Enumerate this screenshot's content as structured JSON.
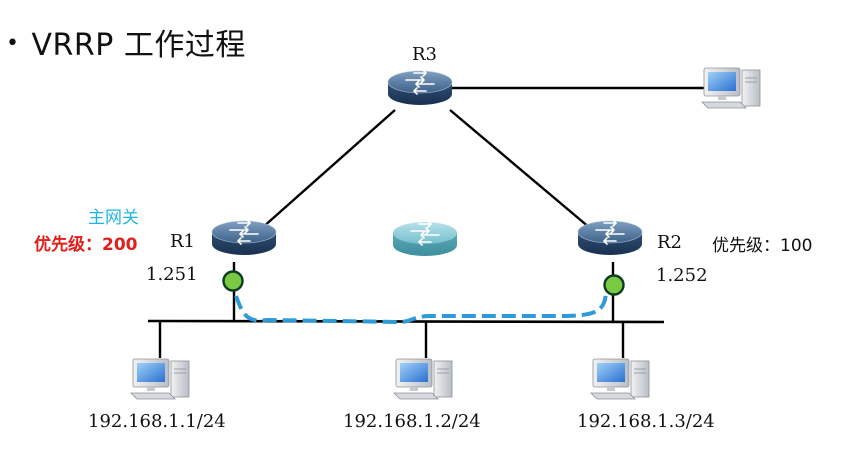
{
  "title": "VRRP 工作过程",
  "routers": {
    "r1": {
      "name": "R1",
      "ip": "1.251",
      "role": "主网关",
      "priority": "优先级：200"
    },
    "r2": {
      "name": "R2",
      "ip": "1.252",
      "priority": "优先级：100"
    },
    "r3": {
      "name": "R3"
    }
  },
  "hosts": [
    {
      "ip": "192.168.1.1/24"
    },
    {
      "ip": "192.168.1.2/24"
    },
    {
      "ip": "192.168.1.3/24"
    }
  ],
  "colors": {
    "router_dark": "#3a5f86",
    "router_virtual": "#78c3d0",
    "master_label": "#1fb5e6",
    "priority_red": "#e0201a",
    "dashed_path": "#2e9ad6",
    "port_green": "#7ac943"
  },
  "icons": {
    "router": "router-icon",
    "pc": "pc-icon"
  }
}
